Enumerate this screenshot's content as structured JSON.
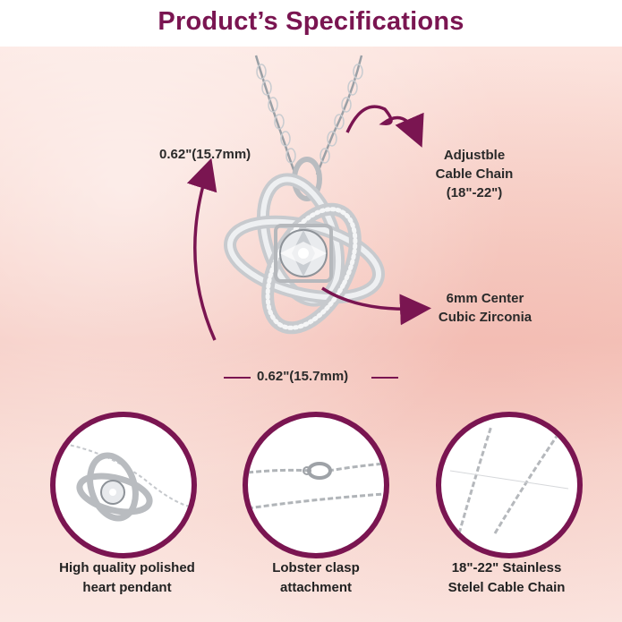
{
  "header": {
    "title": "Product’s Specifications"
  },
  "annotations": {
    "height_label": "0.62\"(15.7mm)",
    "width_label": "0.62\"(15.7mm)",
    "chain_lines": [
      "Adjustble",
      "Cable Chain",
      "(18\"-22\")"
    ],
    "stone_lines": [
      "6mm Center",
      "Cubic Zirconia"
    ]
  },
  "features": [
    {
      "lines": [
        "High quality polished",
        "heart pendant"
      ]
    },
    {
      "lines": [
        "Lobster clasp",
        "attachment"
      ]
    },
    {
      "lines": [
        "18\"-22\" Stainless",
        "Stelel Cable Chain"
      ]
    }
  ],
  "colors": {
    "accent": "#7a1551",
    "background": "#f7cfc6"
  }
}
